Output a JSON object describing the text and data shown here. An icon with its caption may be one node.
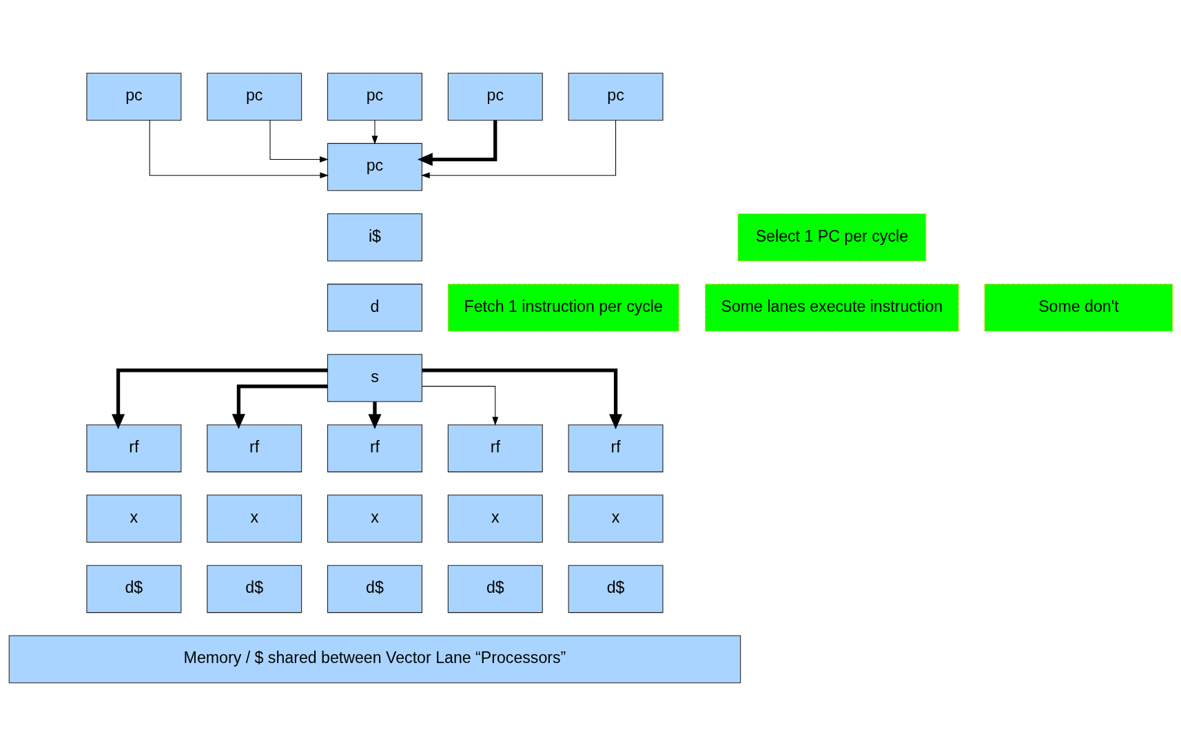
{
  "diagram": {
    "nodes": [
      {
        "text": [
          "pc"
        ]
      },
      {
        "text": [
          "pc"
        ]
      },
      {
        "text": [
          "pc"
        ]
      },
      {
        "text": [
          "pc"
        ]
      },
      {
        "text": [
          "pc"
        ]
      },
      {
        "text": [
          "pc"
        ]
      },
      {
        "text": [
          "i$"
        ]
      },
      {
        "text": [
          "d"
        ]
      },
      {
        "text": [
          "s"
        ]
      },
      {
        "text": [
          "Select 1 PC per cycle"
        ]
      },
      {
        "text": [
          "Fetch 1 instruction per cycle"
        ]
      },
      {
        "text": [
          "Some lanes execute instruction"
        ]
      },
      {
        "text": [
          "Some don't"
        ]
      },
      {
        "text": [
          "rf"
        ]
      },
      {
        "text": [
          "rf"
        ]
      },
      {
        "text": [
          "rf"
        ]
      },
      {
        "text": [
          "rf"
        ]
      },
      {
        "text": [
          "rf"
        ]
      },
      {
        "text": [
          "x"
        ]
      },
      {
        "text": [
          "x"
        ]
      },
      {
        "text": [
          "x"
        ]
      },
      {
        "text": [
          "x"
        ]
      },
      {
        "text": [
          "x"
        ]
      },
      {
        "text": [
          "d$"
        ]
      },
      {
        "text": [
          "d$"
        ]
      },
      {
        "text": [
          "d$"
        ]
      },
      {
        "text": [
          "d$"
        ]
      },
      {
        "text": [
          "d$"
        ]
      },
      {
        "text": [
          "Memory / $ shared between Vector Lane “Processors”"
        ]
      }
    ],
    "edges": [
      {
        "from": 0,
        "to": 5,
        "arrow": "to"
      },
      {
        "from": 1,
        "to": 5,
        "arrow": "to"
      },
      {
        "from": 2,
        "to": 5,
        "arrow": "to"
      },
      {
        "from": 3,
        "to": 5,
        "arrow": "to",
        "style": "thick"
      },
      {
        "from": 4,
        "to": 5,
        "arrow": "to"
      },
      {
        "from": 8,
        "to": 13,
        "arrow": "to",
        "style": "thick"
      },
      {
        "from": 8,
        "to": 14,
        "arrow": "to",
        "style": "thick"
      },
      {
        "from": 8,
        "to": 15,
        "arrow": "to",
        "style": "thick"
      },
      {
        "from": 8,
        "to": 16,
        "arrow": "to"
      },
      {
        "from": 8,
        "to": 17,
        "arrow": "to",
        "style": "thick"
      }
    ]
  }
}
